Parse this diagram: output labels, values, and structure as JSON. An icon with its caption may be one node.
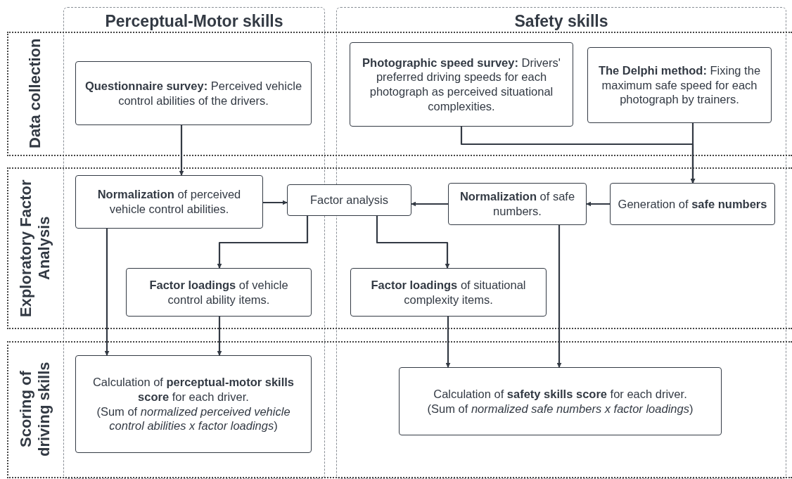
{
  "diagram": {
    "nodes": [
      {
        "text": [
          "**Questionnaire survey:** Perceived vehicle control abilities of the drivers."
        ]
      },
      {
        "text": [
          "**Photographic speed survey:** Drivers' preferred driving speeds for each photograph as perceived situational complexities."
        ]
      },
      {
        "text": [
          "**The Delphi method:** Fixing the maximum safe speed for each photograph by trainers."
        ]
      },
      {
        "text": [
          "**Normalization** of perceived vehicle control abilities."
        ]
      },
      {
        "text": [
          "Factor analysis"
        ]
      },
      {
        "text": [
          "**Normalization** of safe numbers."
        ]
      },
      {
        "text": [
          "Generation of **safe numbers**"
        ]
      },
      {
        "text": [
          "**Factor loadings** of vehicle control ability items."
        ]
      },
      {
        "text": [
          "**Factor loadings** of situational complexity items."
        ]
      },
      {
        "text": [
          "Calculation of **perceptual-motor skills score** for each driver.",
          "(Sum of *normalized perceived vehicle control abilities x factor loadings*)"
        ]
      },
      {
        "text": [
          "Calculation of **safety skills score** for each driver.",
          "(Sum of *normalized safe numbers x factor loadings*)"
        ]
      }
    ],
    "edges": [
      {
        "from": 0,
        "to": 3,
        "arrow": "to"
      },
      {
        "from": 1,
        "to": 6,
        "arrow": "to"
      },
      {
        "from": 2,
        "to": 6,
        "arrow": "to"
      },
      {
        "from": 3,
        "to": 4,
        "arrow": "to"
      },
      {
        "from": 6,
        "to": 5,
        "arrow": "to"
      },
      {
        "from": 5,
        "to": 4,
        "arrow": "to"
      },
      {
        "from": 4,
        "to": 7,
        "arrow": "to"
      },
      {
        "from": 4,
        "to": 8,
        "arrow": "to"
      },
      {
        "from": 3,
        "to": 9,
        "arrow": "to"
      },
      {
        "from": 7,
        "to": 9,
        "arrow": "to"
      },
      {
        "from": 8,
        "to": 10,
        "arrow": "to"
      },
      {
        "from": 5,
        "to": 10,
        "arrow": "to"
      }
    ],
    "labels": [
      "Perceptual-Motor skills",
      "Safety skills",
      "Data collection",
      "Exploratory Factor Analysis",
      "Scoring of driving skills"
    ]
  }
}
